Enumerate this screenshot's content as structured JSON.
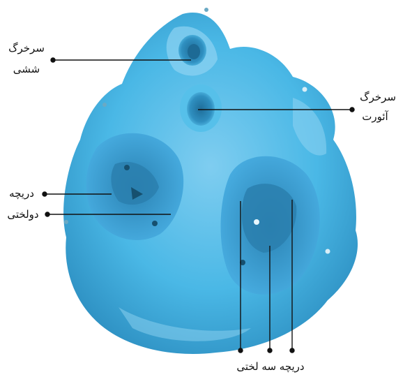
{
  "figure": {
    "colors": {
      "model_base": "#4ab8e6",
      "model_light": "#8fd3f2",
      "model_shadow": "#2f8fc0",
      "line": "#111111",
      "background": "#ffffff"
    },
    "labels": {
      "pulmonary_artery_line1": "سرخرگ",
      "pulmonary_artery_line2": "ششی",
      "aorta_line1": "سرخرگ",
      "aorta_line2": "آئورت",
      "bicuspid_line1": "دریچه",
      "bicuspid_line2": "دولختی",
      "tricuspid": "دریچه سه لختی"
    }
  }
}
